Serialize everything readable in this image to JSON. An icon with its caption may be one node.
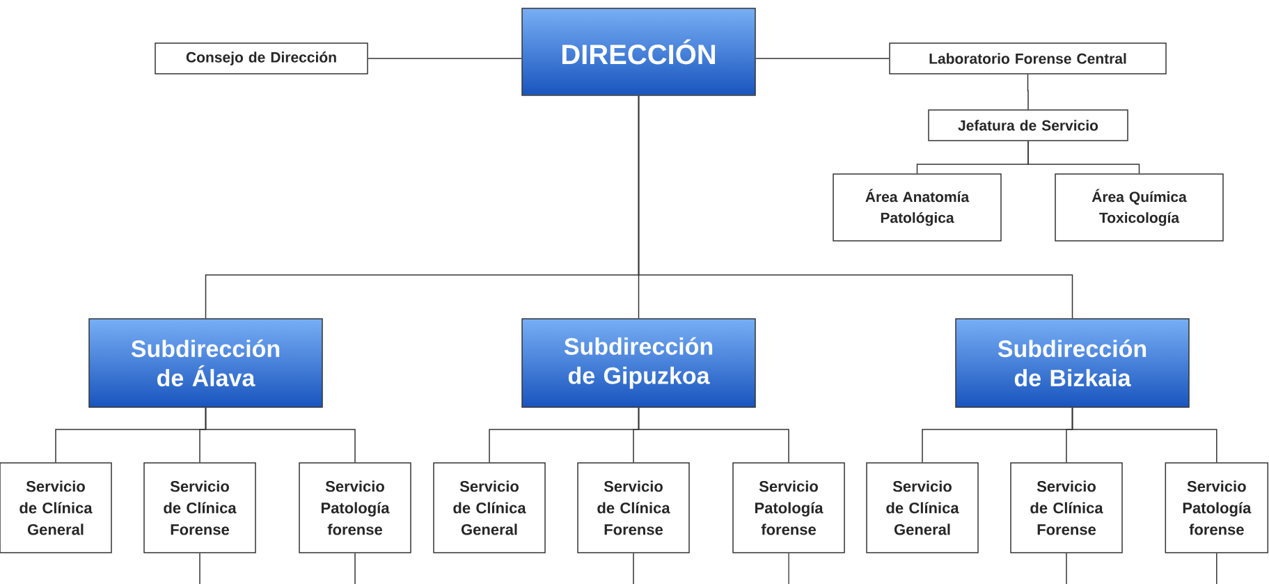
{
  "diagram": {
    "nodes": [
      {
        "text": [
          "DIRECCIÓN"
        ]
      },
      {
        "text": [
          "Consejo de Dirección"
        ]
      },
      {
        "text": [
          "Laboratorio Forense Central"
        ]
      },
      {
        "text": [
          "Jefatura de Servicio"
        ]
      },
      {
        "text": [
          "Área Anatomía Patológica"
        ]
      },
      {
        "text": [
          "Área Química Toxicología"
        ]
      },
      {
        "text": [
          "Subdirección de Álava"
        ]
      },
      {
        "text": [
          "Subdirección de Gipuzkoa"
        ]
      },
      {
        "text": [
          "Subdirección de Bizkaia"
        ]
      },
      {
        "text": [
          "Servicio de Clínica General"
        ]
      },
      {
        "text": [
          "Servicio de Clínica Forense"
        ]
      },
      {
        "text": [
          "Servicio Patología forense"
        ]
      },
      {
        "text": [
          "Servicio de Clínica General"
        ]
      },
      {
        "text": [
          "Servicio de Clínica Forense"
        ]
      },
      {
        "text": [
          "Servicio Patología forense"
        ]
      },
      {
        "text": [
          "Servicio de Clínica General"
        ]
      },
      {
        "text": [
          "Servicio de Clínica Forense"
        ]
      },
      {
        "text": [
          "Servicio Patología forense"
        ]
      }
    ],
    "edges": [
      {
        "from": 0,
        "to": 1,
        "arrow": "none"
      },
      {
        "from": 0,
        "to": 2,
        "arrow": "none"
      },
      {
        "from": 2,
        "to": 3,
        "arrow": "none"
      },
      {
        "from": 3,
        "to": 4,
        "arrow": "none"
      },
      {
        "from": 3,
        "to": 5,
        "arrow": "none"
      },
      {
        "from": 0,
        "to": 6,
        "arrow": "none"
      },
      {
        "from": 0,
        "to": 7,
        "arrow": "none"
      },
      {
        "from": 0,
        "to": 8,
        "arrow": "none"
      },
      {
        "from": 6,
        "to": 9,
        "arrow": "none"
      },
      {
        "from": 6,
        "to": 10,
        "arrow": "none"
      },
      {
        "from": 6,
        "to": 11,
        "arrow": "none"
      },
      {
        "from": 7,
        "to": 12,
        "arrow": "none"
      },
      {
        "from": 7,
        "to": 13,
        "arrow": "none"
      },
      {
        "from": 7,
        "to": 14,
        "arrow": "none"
      },
      {
        "from": 8,
        "to": 15,
        "arrow": "none"
      },
      {
        "from": 8,
        "to": 16,
        "arrow": "none"
      },
      {
        "from": 8,
        "to": 17,
        "arrow": "none"
      },
      {
        "from": 10,
        "to": null,
        "arrow": "none"
      },
      {
        "from": 11,
        "to": null,
        "arrow": "none"
      },
      {
        "from": 13,
        "to": null,
        "arrow": "none"
      },
      {
        "from": 14,
        "to": null,
        "arrow": "none"
      },
      {
        "from": 16,
        "to": null,
        "arrow": "none"
      },
      {
        "from": 17,
        "to": null,
        "arrow": "none"
      }
    ]
  }
}
